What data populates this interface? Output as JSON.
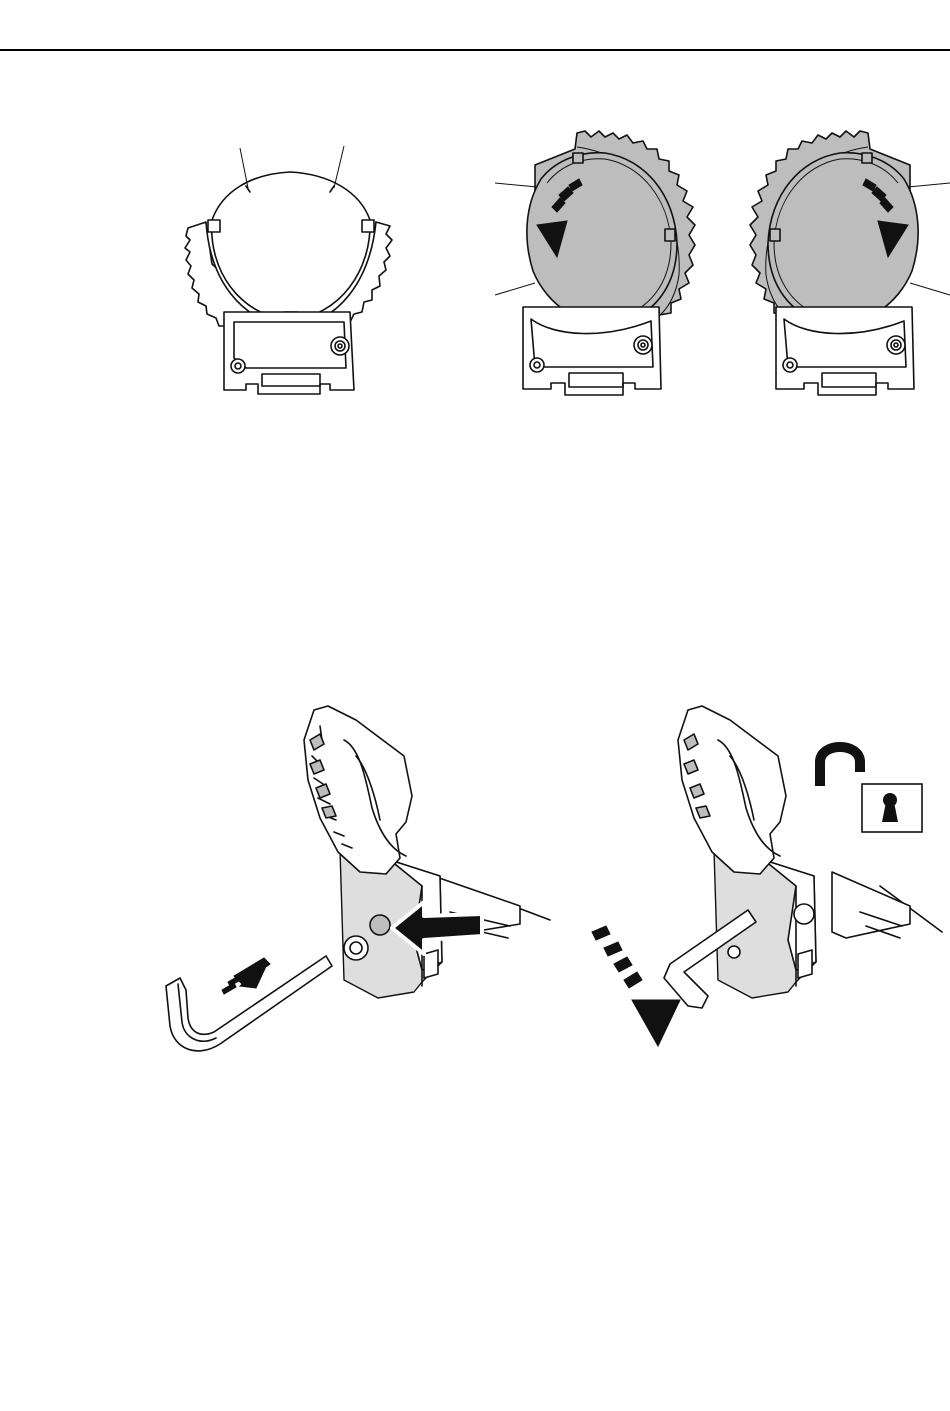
{
  "figure": {
    "top_rule": true,
    "top_row": [
      {
        "name": "mount-neutral",
        "disc_fill": "#ffffff",
        "rotation_arrow": "none"
      },
      {
        "name": "mount-rotated-left",
        "disc_fill": "#bdbdbd",
        "rotation_arrow": "counter-clockwise"
      },
      {
        "name": "mount-rotated-right",
        "disc_fill": "#bdbdbd",
        "rotation_arrow": "clockwise"
      }
    ],
    "bottom_row": [
      {
        "name": "insert-hex-key",
        "tool": "hex-key",
        "arrows": [
          "insert-arrow",
          "push-arrow"
        ]
      },
      {
        "name": "turn-hex-key",
        "tool": "hex-key",
        "arrows": [
          "rotate-arrow"
        ],
        "icon": "unlocked-padlock-icon"
      }
    ],
    "colors": {
      "line": "#111111",
      "gray_fill": "#bdbdbd",
      "light_fill": "#dedede",
      "background": "#ffffff"
    }
  }
}
